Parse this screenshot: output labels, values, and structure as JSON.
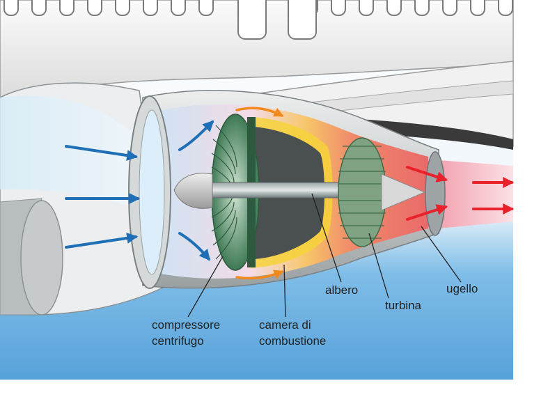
{
  "labels": {
    "compressor_line1": "compressore",
    "compressor_line2": "centrifugo",
    "combustion_line1": "camera di",
    "combustion_line2": "combustione",
    "shaft": "albero",
    "turbine": "turbina",
    "nozzle": "ugello"
  },
  "colors": {
    "sky_top": "#ffffff",
    "sky_bottom": "#5fa8dd",
    "intake_arrow": "#1f6fb7",
    "exhaust_arrow": "#e8212a",
    "combustion_glow": "#f6d23a",
    "hot_zone": "#e85a5a",
    "compressor_green": "#3f7a55",
    "shaft_gray": "#6f7a7c"
  },
  "icons": [
    "intake-arrow-icon",
    "exhaust-arrow-icon",
    "flow-arrow-icon"
  ]
}
